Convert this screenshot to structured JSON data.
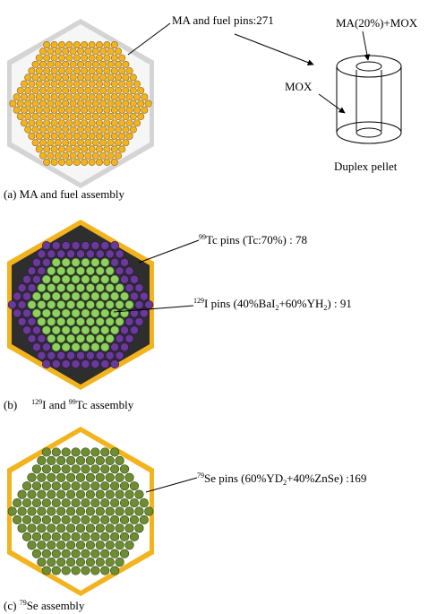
{
  "panels": {
    "a": {
      "caption": "(a) MA and fuel assembly",
      "pin_label": "MA and fuel pins:271",
      "pellet_inner_label": "MA(20%)+MOX",
      "pellet_outer_label": "MOX",
      "pellet_caption": "Duplex pellet"
    },
    "b": {
      "caption_prefix": "(b)",
      "caption_sup1": "129",
      "caption_mid": "I and ",
      "caption_sup2": "99",
      "caption_end": "Tc assembly",
      "tc_sup": "99",
      "tc_text": "Tc pins (Tc:70%) : 78",
      "i_sup": "129",
      "i_text1": "I pins (40%BaI",
      "i_sub1": "2",
      "i_text2": "+60%YH",
      "i_sub2": "2",
      "i_text3": ") : 91"
    },
    "c": {
      "caption_prefix": "(c) ",
      "caption_sup": "79",
      "caption_end": "Se assembly",
      "se_sup": "79",
      "se_text": "Se pins (60%YD",
      "se_sub": "2",
      "se_text2": "+40%ZnSe) :169"
    }
  },
  "colors": {
    "fuel_pin": "#f3b21f",
    "fuel_pin_edge": "#8a6510",
    "assembly_a_frame": "#d4d4d4",
    "assembly_a_fill": "#f6f6f6",
    "assembly_b_frame": "#f2b31c",
    "tc_pin": "#6a3a9a",
    "tc_pin_edge": "#2c1048",
    "i_pin": "#8fd060",
    "i_pin_edge": "#3f7a22",
    "assembly_b_fill": "#2e2e2e",
    "assembly_c_frame": "#f2b31c",
    "se_pin": "#6e8d30",
    "se_pin_edge": "#2e4210"
  }
}
